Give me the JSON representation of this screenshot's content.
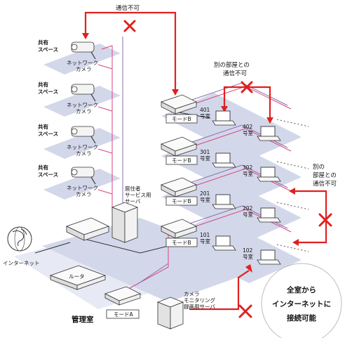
{
  "labels": {
    "no_comm_top": "通信不可",
    "no_comm_rooms_1": "別の部屋との",
    "no_comm_rooms_2": "通信不可",
    "no_comm_right_1": "別の",
    "no_comm_right_2": "部屋との",
    "no_comm_right_3": "通信不可",
    "resident_server_1": "居住者",
    "resident_server_2": "サービス用",
    "resident_server_3": "サーバ",
    "internet": "インターネット",
    "router": "ルータ",
    "camera_server_1": "カメラ",
    "camera_server_2": "モニタリング",
    "camera_server_3": "録画用サーバ",
    "admin_room": "管理室",
    "mode_a": "モードA"
  },
  "shared_spaces": [
    {
      "line1": "共有",
      "line2": "スペース",
      "cam1": "ネットワーク",
      "cam2": "カメラ"
    },
    {
      "line1": "共有",
      "line2": "スペース",
      "cam1": "ネットワーク",
      "cam2": "カメラ"
    },
    {
      "line1": "共有",
      "line2": "スペース",
      "cam1": "ネットワーク",
      "cam2": "カメラ"
    },
    {
      "line1": "共有",
      "line2": "スペース",
      "cam1": "ネットワーク",
      "cam2": "カメラ"
    }
  ],
  "floors": [
    {
      "mode": "モードB",
      "room_a_num": "401",
      "room_a_suffix": "号室",
      "room_b_num": "402",
      "room_b_suffix": "号室"
    },
    {
      "mode": "モードB",
      "room_a_num": "301",
      "room_a_suffix": "号室",
      "room_b_num": "302",
      "room_b_suffix": "号室"
    },
    {
      "mode": "モードB",
      "room_a_num": "201",
      "room_a_suffix": "号室",
      "room_b_num": "202",
      "room_b_suffix": "号室"
    },
    {
      "mode": "モードB",
      "room_a_num": "101",
      "room_a_suffix": "号室",
      "room_b_num": "102",
      "room_b_suffix": "号室"
    }
  ],
  "callout": {
    "line1": "全室から",
    "line2": "インターネットに",
    "line3": "接続可能"
  },
  "colors": {
    "accent_red": "#e0201e",
    "cable_pink": "#d8477f",
    "cable_purple": "#8a6fb0",
    "floor_blue": "#c9cee6"
  }
}
